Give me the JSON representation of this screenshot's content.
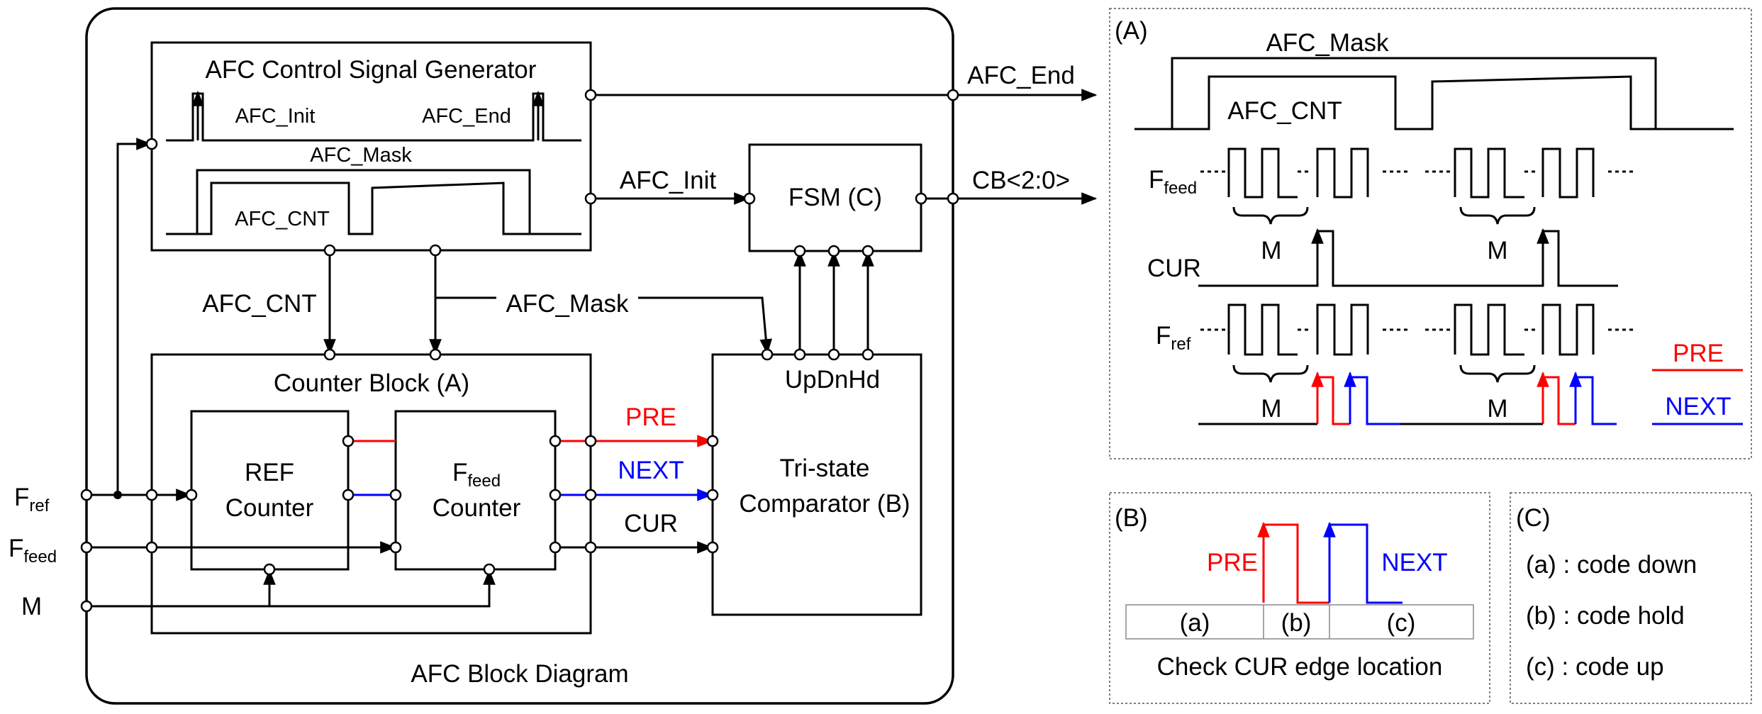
{
  "main": {
    "caption": "AFC Block Diagram",
    "inputs": {
      "fref": "F",
      "fref_sub": "ref",
      "ffeed": "F",
      "ffeed_sub": "feed",
      "m": "M"
    },
    "control_gen": {
      "title": "AFC Control Signal Generator",
      "afc_init": "AFC_Init",
      "afc_end": "AFC_End",
      "afc_mask": "AFC_Mask",
      "afc_cnt": "AFC_CNT"
    },
    "counter_block": {
      "title": "Counter Block (A)",
      "ref_counter_l1": "REF",
      "ref_counter_l2": "Counter",
      "feed_counter_f": "F",
      "feed_counter_sub": "feed",
      "feed_counter_l2": "Counter"
    },
    "fsm": {
      "title": "FSM (C)"
    },
    "comparator": {
      "title_l1": "Tri-state",
      "title_l2": "Comparator (B)",
      "up_dn_hd": "UpDnHd"
    },
    "wires": {
      "afc_end_out": "AFC_End",
      "afc_init": "AFC_Init",
      "cb_out": "CB<2:0>",
      "afc_cnt": "AFC_CNT",
      "afc_mask": "AFC_Mask",
      "pre": "PRE",
      "next": "NEXT",
      "cur": "CUR"
    }
  },
  "panel_a": {
    "label": "(A)",
    "afc_mask": "AFC_Mask",
    "afc_cnt": "AFC_CNT",
    "ffeed_f": "F",
    "ffeed_sub": "feed",
    "cur": "CUR",
    "fref_f": "F",
    "fref_sub": "ref",
    "m": "M",
    "legend_pre": "PRE",
    "legend_next": "NEXT"
  },
  "panel_b": {
    "label": "(B)",
    "pre": "PRE",
    "next": "NEXT",
    "cell_a": "(a)",
    "cell_b": "(b)",
    "cell_c": "(c)",
    "caption": "Check CUR edge location"
  },
  "panel_c": {
    "label": "(C)",
    "items": [
      "(a) : code down",
      "(b) : code hold",
      "(c) : code up"
    ]
  },
  "colors": {
    "pre": "#ff0000",
    "next": "#0000ff",
    "line": "#000000"
  }
}
